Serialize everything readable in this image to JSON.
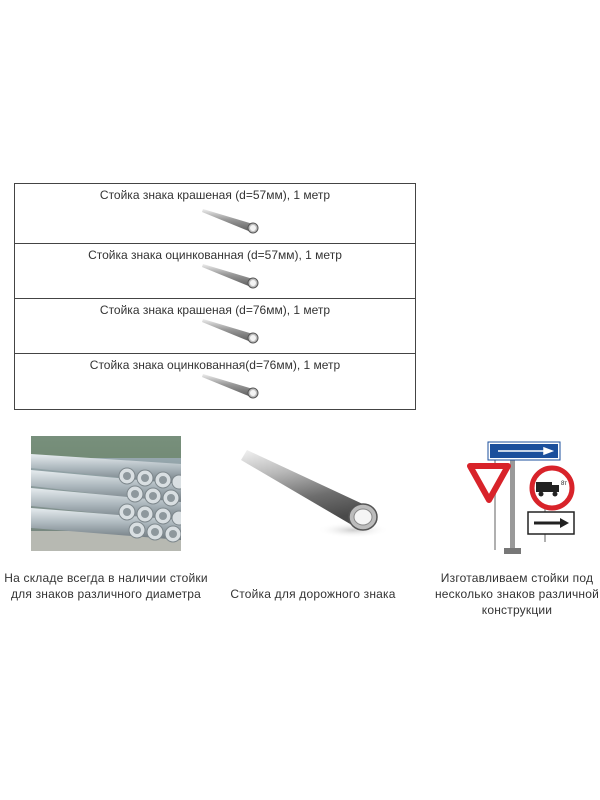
{
  "products": [
    {
      "label": "Стойка знака крашеная (d=57мм), 1 метр",
      "icon": "pipe-icon"
    },
    {
      "label": "Стойка знака оцинкованная (d=57мм), 1 метр",
      "icon": "pipe-icon"
    },
    {
      "label": "Стойка знака крашеная (d=76мм), 1 метр",
      "icon": "pipe-icon"
    },
    {
      "label": "Стойка знака оцинкованная(d=76мм), 1 метр",
      "icon": "pipe-icon"
    }
  ],
  "features": [
    {
      "caption": "На складе всегда в наличии стойки для знаков различного диаметра",
      "image": "pipes-stack-photo"
    },
    {
      "caption": "Стойка для дорожного знака",
      "image": "pipe-photo"
    },
    {
      "caption": "Изготавливаем стойки под несколько знаков различной конструкции",
      "image": "road-signs-post"
    }
  ],
  "road_signs": {
    "truck_plate": "8т"
  },
  "colors": {
    "sign_blue": "#1b4f9c",
    "sign_red": "#d8232a",
    "border": "#444444",
    "text": "#333333"
  }
}
